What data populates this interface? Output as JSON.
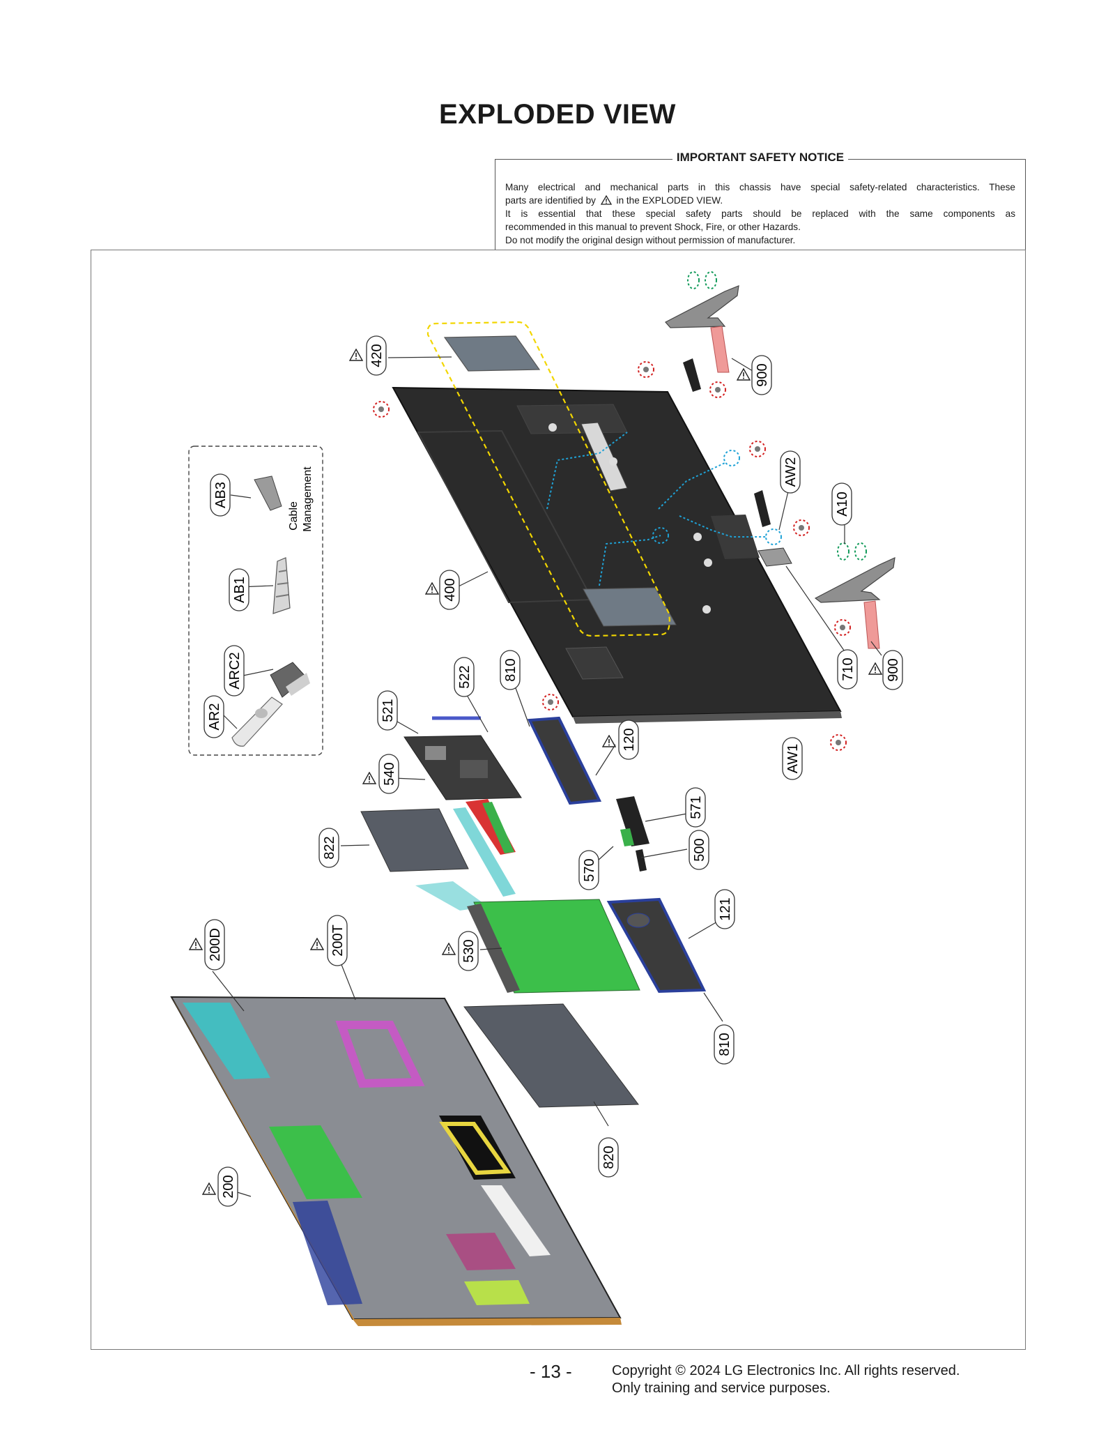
{
  "page_title": "EXPLODED VIEW",
  "notice": {
    "title": "IMPORTANT SAFETY NOTICE",
    "line1": "Many electrical and mechanical parts in this chassis have special safety-related characteristics. These",
    "line2_pre": "parts are identified by",
    "line2_post": "in the EXPLODED VIEW.",
    "line3": "It is essential that these special safety parts should be replaced with the same components as",
    "line4": "recommended in this manual to prevent Shock, Fire, or other Hazards.",
    "line5": "Do not modify the original design without permission of manufacturer."
  },
  "accessory_caption": "Cable Management",
  "accessory_caption_line1": "Cable",
  "accessory_caption_line2": "Management",
  "part_labels": {
    "p420": "420",
    "p900a": "900",
    "p900b": "900",
    "pAW2": "AW2",
    "pA10": "A10",
    "p400": "400",
    "p710": "710",
    "pAW1": "AW1",
    "pAB3": "AB3",
    "pAB1": "AB1",
    "pARC2": "ARC2",
    "pAR2": "AR2",
    "p522": "522",
    "p810a": "810",
    "p521": "521",
    "p120": "120",
    "p540": "540",
    "p571": "571",
    "p822": "822",
    "p500": "500",
    "p570": "570",
    "p121": "121",
    "p200D": "200D",
    "p200T": "200T",
    "p530": "530",
    "p810b": "810",
    "p820": "820",
    "p200": "200"
  },
  "footer": {
    "page_number": "- 13 -",
    "copyright": "Copyright © 2024 LG Electronics Inc. All rights reserved.",
    "purpose": "Only training and service purposes."
  },
  "colors": {
    "back_cover": "#2b2b2b",
    "highlight_yellow": "#f2d600",
    "highlight_blue": "#1fa2d6",
    "screw_red": "#d22020",
    "screw_green": "#129a5a",
    "main_board_green": "#3cbf4a",
    "stand_pink": "#ef9a98",
    "speaker_blue": "#2a3f9b",
    "panel_cyan": "#37c6c8",
    "panel_magenta": "#d24fd0"
  }
}
